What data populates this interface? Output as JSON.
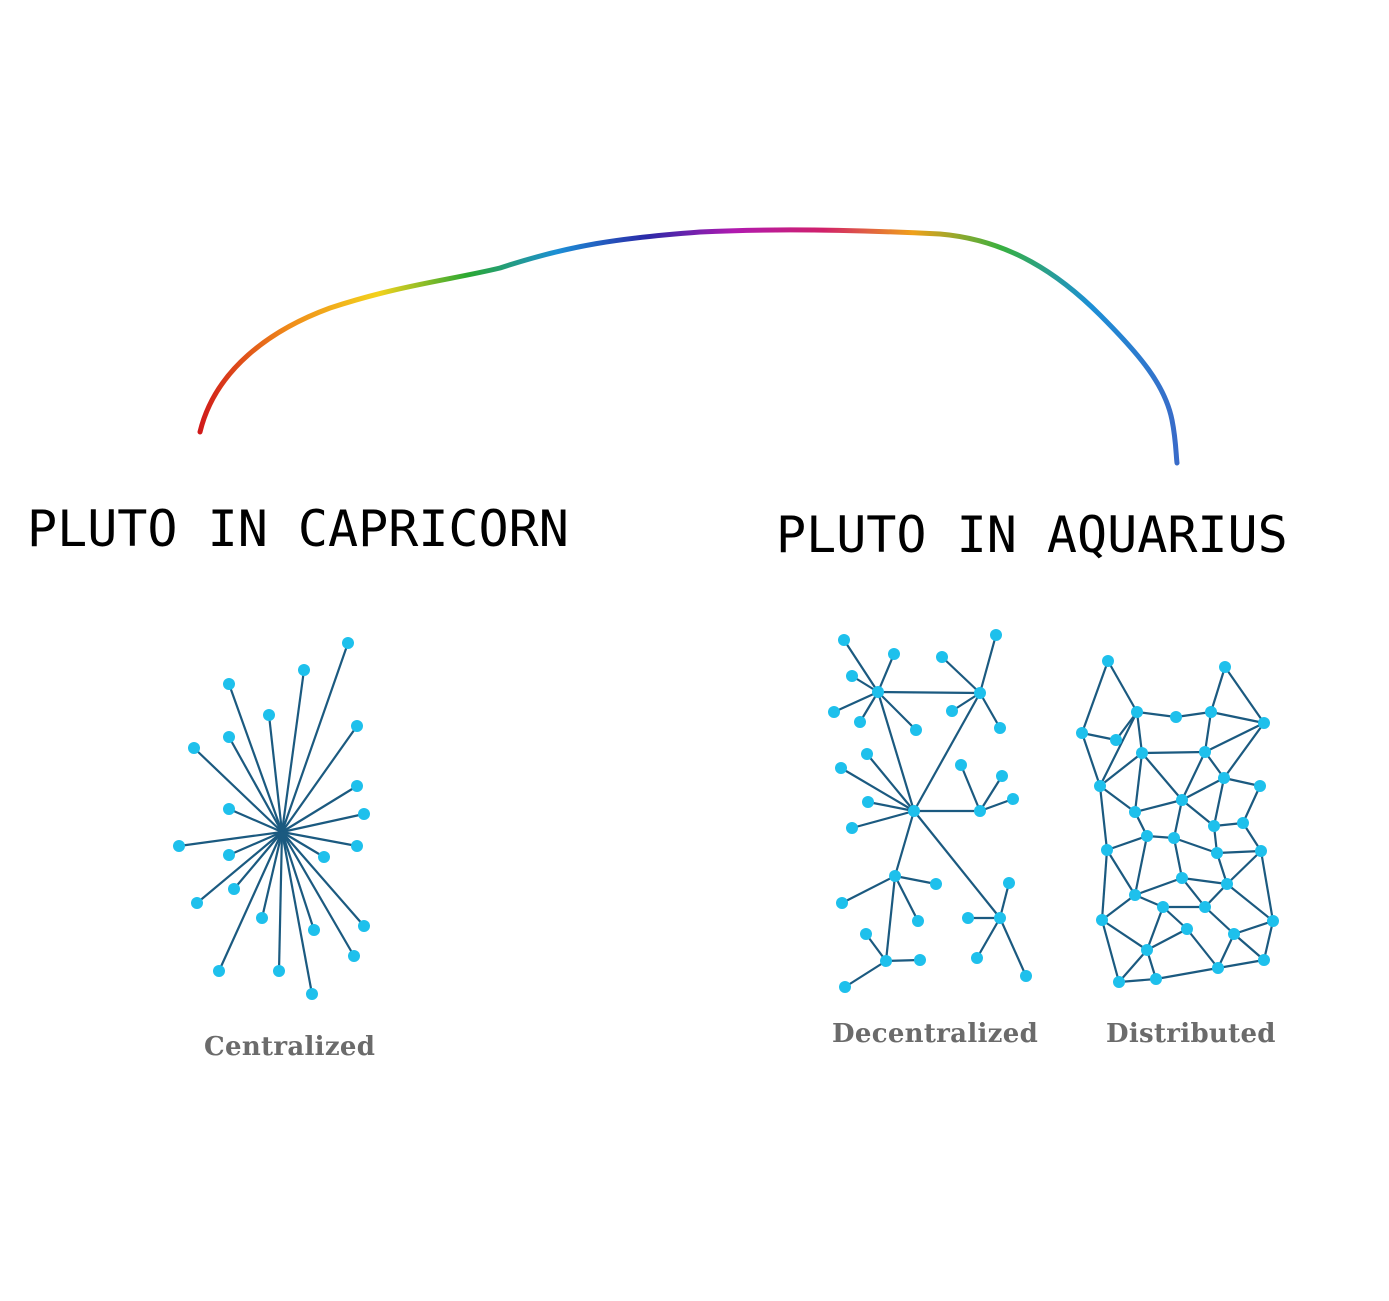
{
  "headings": {
    "left": "PLUTO IN CAPRICORN",
    "right": "PLUTO IN AQUARIUS"
  },
  "captions": {
    "centralized": "Centralized",
    "decentralized": "Decentralized",
    "distributed": "Distributed"
  },
  "arc": {
    "gradient_colors": [
      "#d01a1a",
      "#f08c1a",
      "#f3d21c",
      "#2aa832",
      "#1c8fd6",
      "#2a2aa8",
      "#b01ab0",
      "#d0206a",
      "#f0a01a",
      "#38b040",
      "#1c8fd6",
      "#3a6ac8"
    ]
  },
  "colors": {
    "node": "#1ec0ec",
    "edge": "#1b5a80",
    "caption": "#6b6b6b"
  }
}
